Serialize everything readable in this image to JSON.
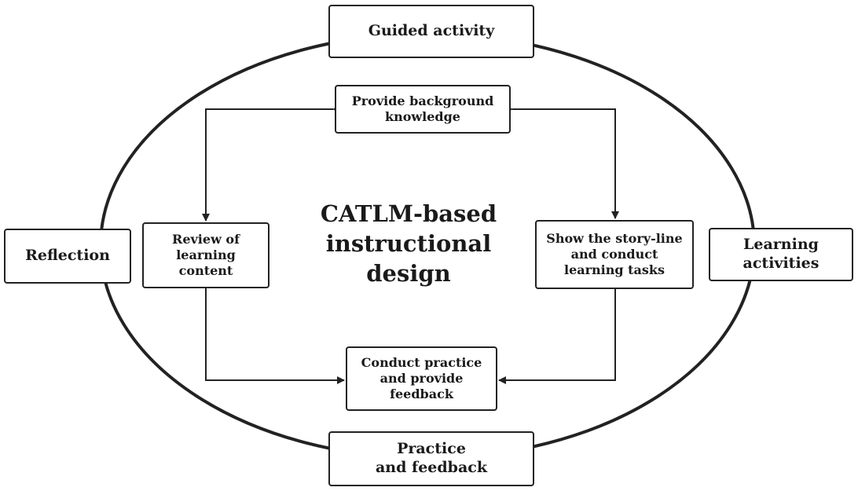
{
  "center_title": "CATLM-based\ninstructional\ndesign",
  "outer_nodes": {
    "top": "Guided activity",
    "right": "Learning\nactivities",
    "bottom": "Practice\nand feedback",
    "left": "Reflection"
  },
  "inner_nodes": {
    "top": "Provide background\nknowledge",
    "right": "Show the story-line\nand conduct\nlearning tasks",
    "bottom": "Conduct practice\nand provide\nfeedback",
    "left": "Review of\nlearning\ncontent"
  },
  "colors": {
    "line": "#222222",
    "text": "#1a1a1a",
    "background": "#ffffff"
  }
}
